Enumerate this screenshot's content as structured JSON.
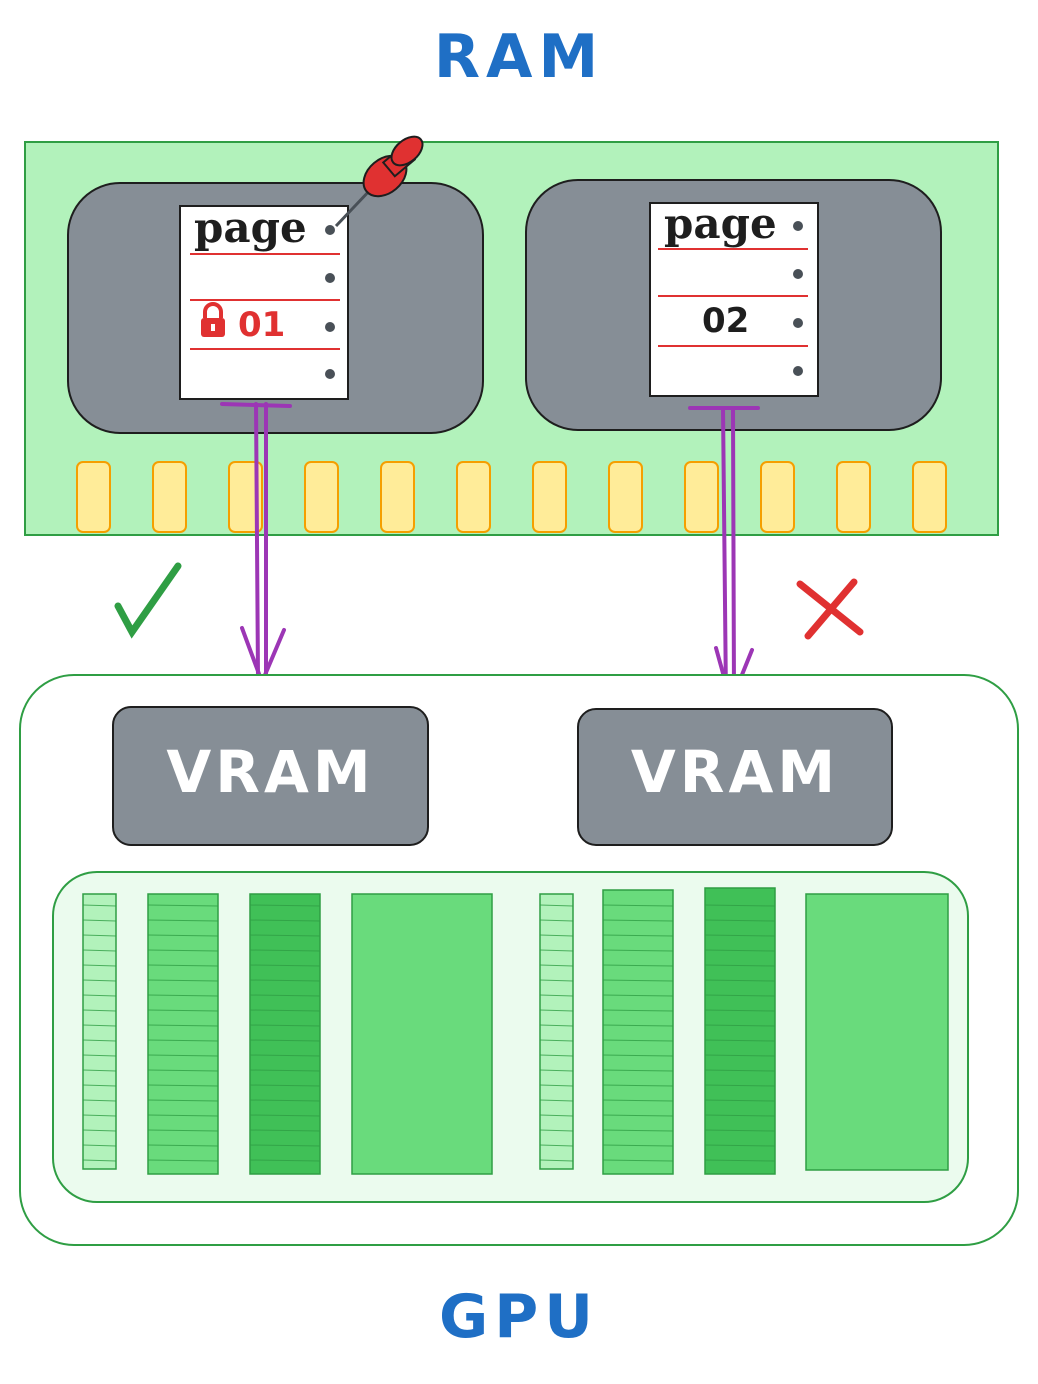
{
  "titles": {
    "ram": "RAM",
    "gpu": "GPU"
  },
  "pages": [
    {
      "word": "page",
      "number": "01",
      "locked": true,
      "pinned": true
    },
    {
      "word": "page",
      "number": "02",
      "locked": false,
      "pinned": false
    }
  ],
  "vram": [
    {
      "label": "VRAM"
    },
    {
      "label": "VRAM"
    }
  ],
  "transfers": [
    {
      "from": "page 01",
      "to": "VRAM 1",
      "status": "allowed",
      "symbol": "check-icon"
    },
    {
      "from": "page 02",
      "to": "VRAM 2",
      "status": "blocked",
      "symbol": "cross-icon"
    }
  ],
  "colors": {
    "title": "#1f6fc5",
    "ram_board": "#b2f2bb",
    "chip": "#868e96",
    "contact": "#ffec99",
    "contact_border": "#f59f00",
    "arrow": "#9c36b5",
    "locked_text": "#e03131",
    "check": "#2f9e44",
    "cross": "#e03131",
    "gpu_border": "#2f9e44",
    "core_fill": "#ebfbee",
    "core_block": "#69db7c"
  }
}
